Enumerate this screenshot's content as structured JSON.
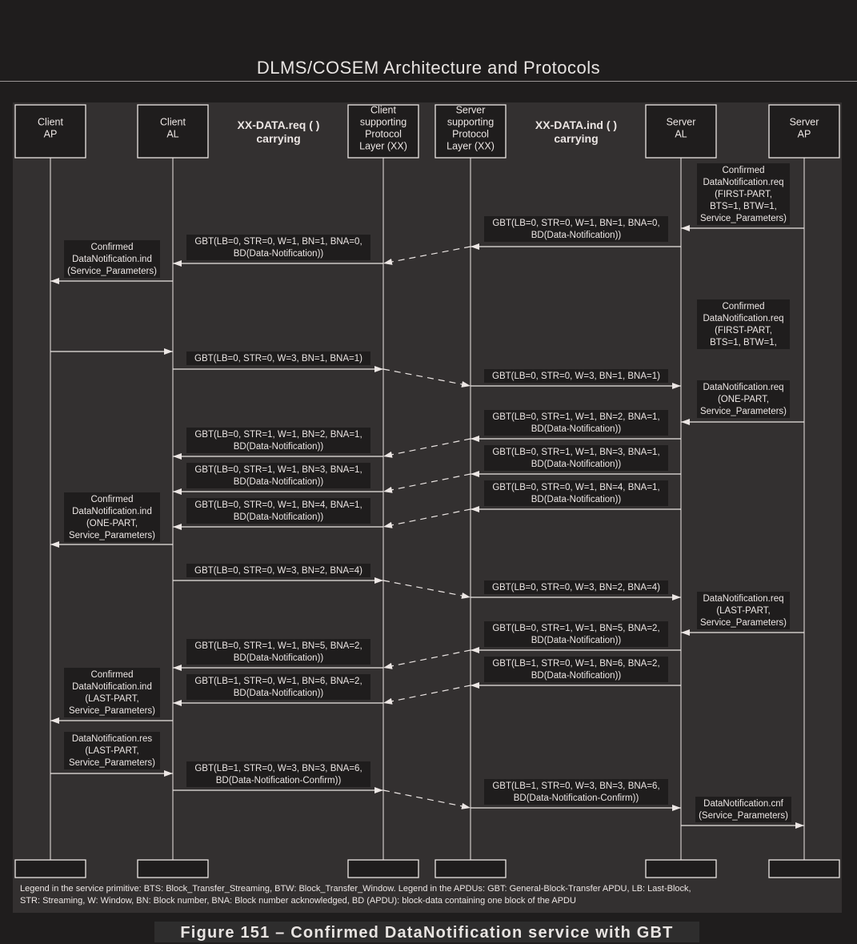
{
  "header": {
    "title": "DLMS/COSEM Architecture and Protocols"
  },
  "columns": {
    "client_ap": [
      "Client",
      "AP"
    ],
    "client_al": [
      "Client",
      "AL"
    ],
    "client_xx": [
      "Client",
      "supporting",
      "Protocol",
      "Layer (XX)"
    ],
    "server_xx": [
      "Server",
      "supporting",
      "Protocol",
      "Layer (XX)"
    ],
    "server_al": [
      "Server",
      "AL"
    ],
    "server_ap": [
      "Server",
      "AP"
    ],
    "req_heading": [
      "XX-DATA.req ( )",
      "carrying"
    ],
    "ind_heading": [
      "XX-DATA.ind ( )",
      "carrying"
    ]
  },
  "labels": {
    "req1": [
      "Confirmed",
      "DataNotification.req",
      "(FIRST-PART,",
      "BTS=1, BTW=1,",
      "Service_Parameters)"
    ],
    "s_gbt1": [
      "GBT(LB=0, STR=0, W=1, BN=1, BNA=0,",
      "BD(Data-Notification))"
    ],
    "c_gbt1": [
      "GBT(LB=0, STR=0, W=1, BN=1, BNA=0,",
      "BD(Data-Notification))"
    ],
    "ind1": [
      "Confirmed",
      "DataNotification.ind",
      "(Service_Parameters)"
    ],
    "req2": [
      "Confirmed",
      "DataNotification.req",
      "(FIRST-PART,",
      "BTS=1, BTW=1,"
    ],
    "c_gbt_ack1": [
      "GBT(LB=0, STR=0, W=3, BN=1, BNA=1)"
    ],
    "s_gbt_ack1": [
      "GBT(LB=0, STR=0, W=3, BN=1, BNA=1)"
    ],
    "req3": [
      "DataNotification.req",
      "(ONE-PART,",
      "Service_Parameters)"
    ],
    "s_gbt2": [
      "GBT(LB=0, STR=1, W=1, BN=2, BNA=1,",
      "BD(Data-Notification))"
    ],
    "c_gbt2": [
      "GBT(LB=0, STR=1, W=1, BN=2, BNA=1,",
      "BD(Data-Notification))"
    ],
    "s_gbt3": [
      "GBT(LB=0, STR=1, W=1, BN=3, BNA=1,",
      "BD(Data-Notification))"
    ],
    "c_gbt3": [
      "GBT(LB=0, STR=1, W=1, BN=3, BNA=1,",
      "BD(Data-Notification))"
    ],
    "s_gbt4": [
      "GBT(LB=0, STR=0, W=1, BN=4, BNA=1,",
      "BD(Data-Notification))"
    ],
    "c_gbt4": [
      "GBT(LB=0, STR=0, W=1, BN=4, BNA=1,",
      "BD(Data-Notification))"
    ],
    "ind2": [
      "Confirmed",
      "DataNotification.ind",
      "(ONE-PART,",
      "Service_Parameters)"
    ],
    "c_gbt_ack2": [
      "GBT(LB=0, STR=0, W=3, BN=2, BNA=4)"
    ],
    "s_gbt_ack2": [
      "GBT(LB=0, STR=0, W=3, BN=2, BNA=4)"
    ],
    "req4": [
      "DataNotification.req",
      "(LAST-PART,",
      "Service_Parameters)"
    ],
    "s_gbt5": [
      "GBT(LB=0, STR=1, W=1, BN=5, BNA=2,",
      "BD(Data-Notification))"
    ],
    "c_gbt5": [
      "GBT(LB=0, STR=1, W=1, BN=5, BNA=2,",
      "BD(Data-Notification))"
    ],
    "s_gbt6": [
      "GBT(LB=1, STR=0, W=1, BN=6, BNA=2,",
      "BD(Data-Notification))"
    ],
    "c_gbt6": [
      "GBT(LB=1, STR=0, W=1, BN=6, BNA=2,",
      "BD(Data-Notification))"
    ],
    "ind3": [
      "Confirmed",
      "DataNotification.ind",
      "(LAST-PART,",
      "Service_Parameters)"
    ],
    "res1": [
      "DataNotification.res",
      "(LAST-PART,",
      "Service_Parameters)"
    ],
    "c_gbt_confirm": [
      "GBT(LB=1, STR=0, W=3, BN=3, BNA=6,",
      "BD(Data-Notification-Confirm))"
    ],
    "s_gbt_confirm": [
      "GBT(LB=1, STR=0, W=3, BN=3, BNA=6,",
      "BD(Data-Notification-Confirm))"
    ],
    "cnf1": [
      "DataNotification.cnf",
      "(Service_Parameters)"
    ]
  },
  "legend": {
    "line1": "Legend in the service primitive: BTS: Block_Transfer_Streaming, BTW: Block_Transfer_Window. Legend in the APDUs: GBT: General-Block-Transfer APDU, LB: Last-Block,",
    "line2": "STR: Streaming, W: Window, BN: Block number, BNA: Block number acknowledged, BD (APDU): block-data containing one block of the APDU"
  },
  "caption": "Figure 151 – Confirmed DataNotification service with GBT",
  "colors": {
    "background": "#1f1d1d",
    "panel": "#333030",
    "box": "#1f1d1d",
    "line": "#ece6e4",
    "label_bg": "#1f1d1d"
  }
}
